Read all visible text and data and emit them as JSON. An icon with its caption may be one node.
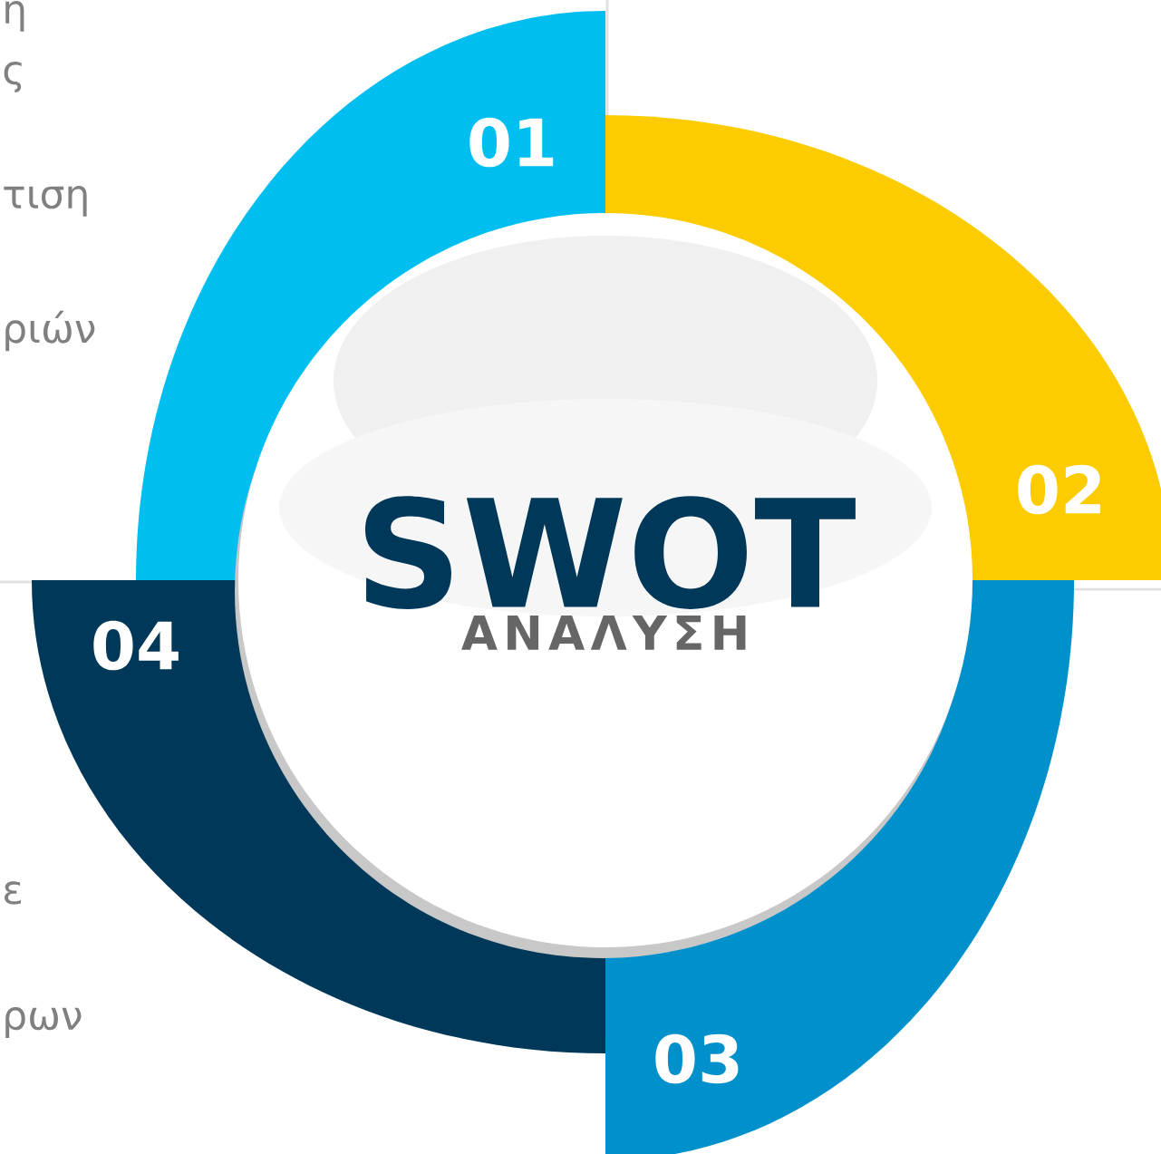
{
  "diagram": {
    "nodes": [
      {
        "text": [
          "01"
        ]
      },
      {
        "text": [
          "02"
        ]
      },
      {
        "text": [
          "03"
        ]
      },
      {
        "text": [
          "04"
        ]
      },
      {
        "text": [
          "SWOT",
          "ΑΝΑΛΥΣΗ"
        ]
      }
    ],
    "labels": [
      "η",
      "ς",
      "τιση",
      "ριών",
      "ε",
      "ρων"
    ]
  }
}
